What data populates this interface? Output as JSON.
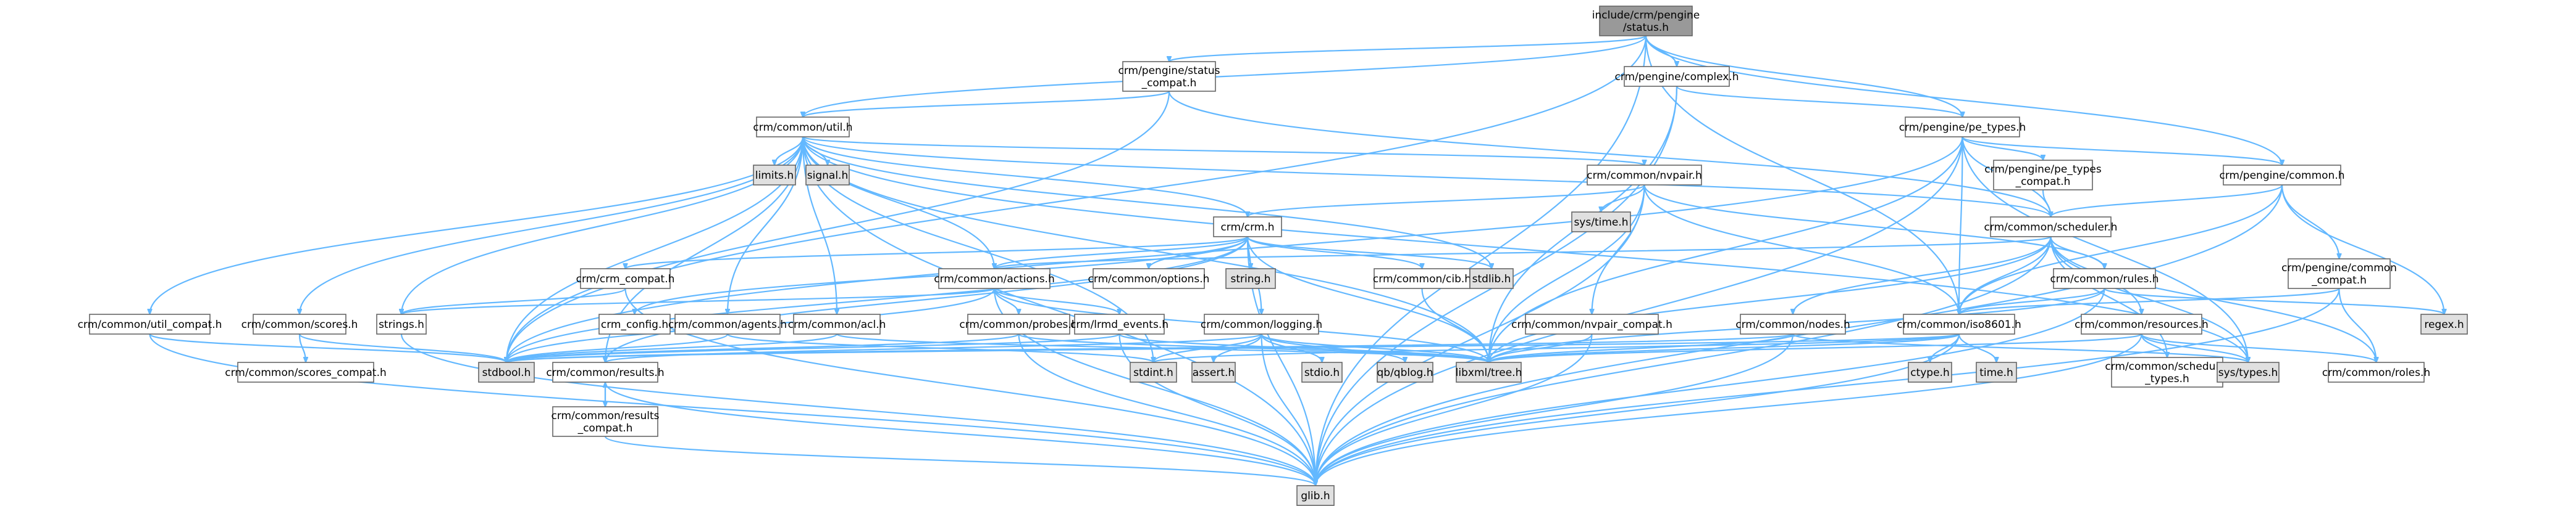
{
  "colors": {
    "edge": "#63b8ff",
    "node_fill": "#ffffff",
    "node_border": "#666666",
    "root_fill": "#999999",
    "system_fill": "#e0e0e0",
    "missing_border": "#ff0000",
    "missing_text": "#ff0000"
  },
  "nodes": [
    {
      "id": "root",
      "lines": [
        "include/crm/pengine",
        "/status.h"
      ],
      "kind": "root"
    },
    {
      "id": "status_compat",
      "lines": [
        "crm/pengine/status",
        "_compat.h"
      ],
      "kind": "normal"
    },
    {
      "id": "complex",
      "lines": [
        "crm/pengine/complex.h"
      ],
      "kind": "normal"
    },
    {
      "id": "util",
      "lines": [
        "crm/common/util.h"
      ],
      "kind": "normal"
    },
    {
      "id": "pe_types",
      "lines": [
        "crm/pengine/pe_types.h"
      ],
      "kind": "normal"
    },
    {
      "id": "limits",
      "lines": [
        "limits.h"
      ],
      "kind": "system"
    },
    {
      "id": "signal",
      "lines": [
        "signal.h"
      ],
      "kind": "system"
    },
    {
      "id": "nvpair",
      "lines": [
        "crm/common/nvpair.h"
      ],
      "kind": "normal"
    },
    {
      "id": "pe_types_compat",
      "lines": [
        "crm/pengine/pe_types",
        "_compat.h"
      ],
      "kind": "normal"
    },
    {
      "id": "pcommon",
      "lines": [
        "crm/pengine/common.h"
      ],
      "kind": "normal"
    },
    {
      "id": "systime",
      "lines": [
        "sys/time.h"
      ],
      "kind": "system"
    },
    {
      "id": "crm",
      "lines": [
        "crm/crm.h"
      ],
      "kind": "normal"
    },
    {
      "id": "scheduler",
      "lines": [
        "crm/common/scheduler.h"
      ],
      "kind": "normal"
    },
    {
      "id": "pcommon_compat",
      "lines": [
        "crm/pengine/common",
        "_compat.h"
      ],
      "kind": "normal"
    },
    {
      "id": "crm_compat",
      "lines": [
        "crm/crm_compat.h"
      ],
      "kind": "normal"
    },
    {
      "id": "actions",
      "lines": [
        "crm/common/actions.h"
      ],
      "kind": "normal"
    },
    {
      "id": "options",
      "lines": [
        "crm/common/options.h"
      ],
      "kind": "normal"
    },
    {
      "id": "string",
      "lines": [
        "string.h"
      ],
      "kind": "system"
    },
    {
      "id": "cib",
      "lines": [
        "crm/common/cib.h"
      ],
      "kind": "normal"
    },
    {
      "id": "stdlib",
      "lines": [
        "stdlib.h"
      ],
      "kind": "system"
    },
    {
      "id": "rules",
      "lines": [
        "crm/common/rules.h"
      ],
      "kind": "normal"
    },
    {
      "id": "util_compat",
      "lines": [
        "crm/common/util_compat.h"
      ],
      "kind": "normal"
    },
    {
      "id": "scores",
      "lines": [
        "crm/common/scores.h"
      ],
      "kind": "normal"
    },
    {
      "id": "strings",
      "lines": [
        "strings.h"
      ],
      "kind": "normal"
    },
    {
      "id": "crm_config",
      "lines": [
        "crm_config.h"
      ],
      "kind": "normal"
    },
    {
      "id": "agents",
      "lines": [
        "crm/common/agents.h"
      ],
      "kind": "normal"
    },
    {
      "id": "acl",
      "lines": [
        "crm/common/acl.h"
      ],
      "kind": "normal"
    },
    {
      "id": "probes",
      "lines": [
        "crm/common/probes.h"
      ],
      "kind": "normal"
    },
    {
      "id": "lrmd_events",
      "lines": [
        "crm/lrmd_events.h"
      ],
      "kind": "normal"
    },
    {
      "id": "logging",
      "lines": [
        "crm/common/logging.h"
      ],
      "kind": "missing"
    },
    {
      "id": "nvpair_compat",
      "lines": [
        "crm/common/nvpair_compat.h"
      ],
      "kind": "normal"
    },
    {
      "id": "nodes",
      "lines": [
        "crm/common/nodes.h"
      ],
      "kind": "normal"
    },
    {
      "id": "iso8601",
      "lines": [
        "crm/common/iso8601.h"
      ],
      "kind": "normal"
    },
    {
      "id": "resources",
      "lines": [
        "crm/common/resources.h"
      ],
      "kind": "normal"
    },
    {
      "id": "regex",
      "lines": [
        "regex.h"
      ],
      "kind": "system"
    },
    {
      "id": "scores_compat",
      "lines": [
        "crm/common/scores_compat.h"
      ],
      "kind": "normal"
    },
    {
      "id": "stdbool",
      "lines": [
        "stdbool.h"
      ],
      "kind": "system"
    },
    {
      "id": "results",
      "lines": [
        "crm/common/results.h"
      ],
      "kind": "normal"
    },
    {
      "id": "stdint",
      "lines": [
        "stdint.h"
      ],
      "kind": "system"
    },
    {
      "id": "assert",
      "lines": [
        "assert.h"
      ],
      "kind": "system"
    },
    {
      "id": "stdio",
      "lines": [
        "stdio.h"
      ],
      "kind": "system"
    },
    {
      "id": "qblog",
      "lines": [
        "qb/qblog.h"
      ],
      "kind": "system"
    },
    {
      "id": "libxml_tree",
      "lines": [
        "libxml/tree.h"
      ],
      "kind": "system"
    },
    {
      "id": "ctype",
      "lines": [
        "ctype.h"
      ],
      "kind": "system"
    },
    {
      "id": "time",
      "lines": [
        "time.h"
      ],
      "kind": "system"
    },
    {
      "id": "scheduler_types",
      "lines": [
        "crm/common/scheduler",
        "_types.h"
      ],
      "kind": "normal"
    },
    {
      "id": "systypes",
      "lines": [
        "sys/types.h"
      ],
      "kind": "system"
    },
    {
      "id": "roles",
      "lines": [
        "crm/common/roles.h"
      ],
      "kind": "normal"
    },
    {
      "id": "results_compat",
      "lines": [
        "crm/common/results",
        "_compat.h"
      ],
      "kind": "normal"
    },
    {
      "id": "glib",
      "lines": [
        "glib.h"
      ],
      "kind": "system"
    }
  ],
  "edges": [
    [
      "root",
      "status_compat"
    ],
    [
      "root",
      "complex"
    ],
    [
      "root",
      "util"
    ],
    [
      "root",
      "pe_types"
    ],
    [
      "root",
      "pcommon"
    ],
    [
      "root",
      "iso8601"
    ],
    [
      "root",
      "glib"
    ],
    [
      "root",
      "stdbool"
    ],
    [
      "status_compat",
      "util"
    ],
    [
      "status_compat",
      "scheduler"
    ],
    [
      "status_compat",
      "stdbool"
    ],
    [
      "complex",
      "pe_types"
    ],
    [
      "complex",
      "glib"
    ],
    [
      "complex",
      "libxml_tree"
    ],
    [
      "util",
      "limits"
    ],
    [
      "util",
      "signal"
    ],
    [
      "util",
      "nvpair"
    ],
    [
      "util",
      "crm"
    ],
    [
      "util",
      "scheduler"
    ],
    [
      "util",
      "stdlib"
    ],
    [
      "util",
      "util_compat"
    ],
    [
      "util",
      "scores"
    ],
    [
      "util",
      "strings"
    ],
    [
      "util",
      "stdbool"
    ],
    [
      "util",
      "agents"
    ],
    [
      "util",
      "acl"
    ],
    [
      "util",
      "actions"
    ],
    [
      "util",
      "results"
    ],
    [
      "util",
      "glib"
    ],
    [
      "util",
      "libxml_tree"
    ],
    [
      "util",
      "systypes"
    ],
    [
      "util",
      "stdint"
    ],
    [
      "pe_types",
      "pe_types_compat"
    ],
    [
      "pe_types",
      "pcommon"
    ],
    [
      "pe_types",
      "scheduler"
    ],
    [
      "pe_types",
      "iso8601"
    ],
    [
      "pe_types",
      "stdbool"
    ],
    [
      "pe_types",
      "glib"
    ],
    [
      "pe_types",
      "libxml_tree"
    ],
    [
      "pe_types",
      "systypes"
    ],
    [
      "nvpair",
      "systime"
    ],
    [
      "nvpair",
      "crm"
    ],
    [
      "nvpair",
      "iso8601"
    ],
    [
      "nvpair",
      "nvpair_compat"
    ],
    [
      "nvpair",
      "rules"
    ],
    [
      "nvpair",
      "glib"
    ],
    [
      "nvpair",
      "libxml_tree"
    ],
    [
      "pe_types_compat",
      "scheduler"
    ],
    [
      "pcommon",
      "scheduler"
    ],
    [
      "pcommon",
      "pcommon_compat"
    ],
    [
      "pcommon",
      "iso8601"
    ],
    [
      "pcommon",
      "regex"
    ],
    [
      "pcommon",
      "glib"
    ],
    [
      "crm",
      "crm_compat"
    ],
    [
      "crm",
      "actions"
    ],
    [
      "crm",
      "options"
    ],
    [
      "crm",
      "string"
    ],
    [
      "crm",
      "cib"
    ],
    [
      "crm",
      "stdlib"
    ],
    [
      "crm",
      "crm_config"
    ],
    [
      "crm",
      "logging"
    ],
    [
      "crm",
      "results"
    ],
    [
      "crm",
      "glib"
    ],
    [
      "crm",
      "libxml_tree"
    ],
    [
      "crm",
      "stdbool"
    ],
    [
      "scheduler",
      "actions"
    ],
    [
      "scheduler",
      "rules"
    ],
    [
      "scheduler",
      "iso8601"
    ],
    [
      "scheduler",
      "nodes"
    ],
    [
      "scheduler",
      "resources"
    ],
    [
      "scheduler",
      "roles"
    ],
    [
      "scheduler",
      "scheduler_types"
    ],
    [
      "scheduler",
      "systypes"
    ],
    [
      "scheduler",
      "glib"
    ],
    [
      "scheduler",
      "libxml_tree"
    ],
    [
      "pcommon_compat",
      "iso8601"
    ],
    [
      "pcommon_compat",
      "roles"
    ],
    [
      "pcommon_compat",
      "glib"
    ],
    [
      "crm_compat",
      "strings"
    ],
    [
      "crm_compat",
      "glib"
    ],
    [
      "actions",
      "probes"
    ],
    [
      "actions",
      "lrmd_events"
    ],
    [
      "actions",
      "strings"
    ],
    [
      "actions",
      "stdbool"
    ],
    [
      "actions",
      "glib"
    ],
    [
      "actions",
      "libxml_tree"
    ],
    [
      "cib",
      "libxml_tree"
    ],
    [
      "rules",
      "iso8601"
    ],
    [
      "rules",
      "regex"
    ],
    [
      "rules",
      "glib"
    ],
    [
      "rules",
      "libxml_tree"
    ],
    [
      "util_compat",
      "glib"
    ],
    [
      "util_compat",
      "stdbool"
    ],
    [
      "scores",
      "scores_compat"
    ],
    [
      "scores",
      "stdbool"
    ],
    [
      "strings",
      "glib"
    ],
    [
      "agents",
      "stdbool"
    ],
    [
      "agents",
      "stdint"
    ],
    [
      "acl",
      "stdbool"
    ],
    [
      "acl",
      "libxml_tree"
    ],
    [
      "probes",
      "stdbool"
    ],
    [
      "probes",
      "glib"
    ],
    [
      "probes",
      "libxml_tree"
    ],
    [
      "lrmd_events",
      "stdbool"
    ],
    [
      "lrmd_events",
      "glib"
    ],
    [
      "lrmd_events",
      "libxml_tree"
    ],
    [
      "logging",
      "stdio"
    ],
    [
      "logging",
      "qblog"
    ],
    [
      "logging",
      "assert"
    ],
    [
      "logging",
      "stdint"
    ],
    [
      "logging",
      "glib"
    ],
    [
      "logging",
      "libxml_tree"
    ],
    [
      "logging",
      "results"
    ],
    [
      "nvpair_compat",
      "glib"
    ],
    [
      "nvpair_compat",
      "libxml_tree"
    ],
    [
      "nodes",
      "stdbool"
    ],
    [
      "nodes",
      "systypes"
    ],
    [
      "nodes",
      "glib"
    ],
    [
      "nodes",
      "libxml_tree"
    ],
    [
      "iso8601",
      "ctype"
    ],
    [
      "iso8601",
      "time"
    ],
    [
      "iso8601",
      "stdint"
    ],
    [
      "iso8601",
      "stdbool"
    ],
    [
      "iso8601",
      "glib"
    ],
    [
      "iso8601",
      "libxml_tree"
    ],
    [
      "resources",
      "scheduler_types"
    ],
    [
      "resources",
      "roles"
    ],
    [
      "resources",
      "systypes"
    ],
    [
      "resources",
      "glib"
    ],
    [
      "resources",
      "libxml_tree"
    ],
    [
      "results",
      "results_compat"
    ],
    [
      "results",
      "glib"
    ],
    [
      "results_compat",
      "results"
    ],
    [
      "results_compat",
      "glib"
    ]
  ]
}
